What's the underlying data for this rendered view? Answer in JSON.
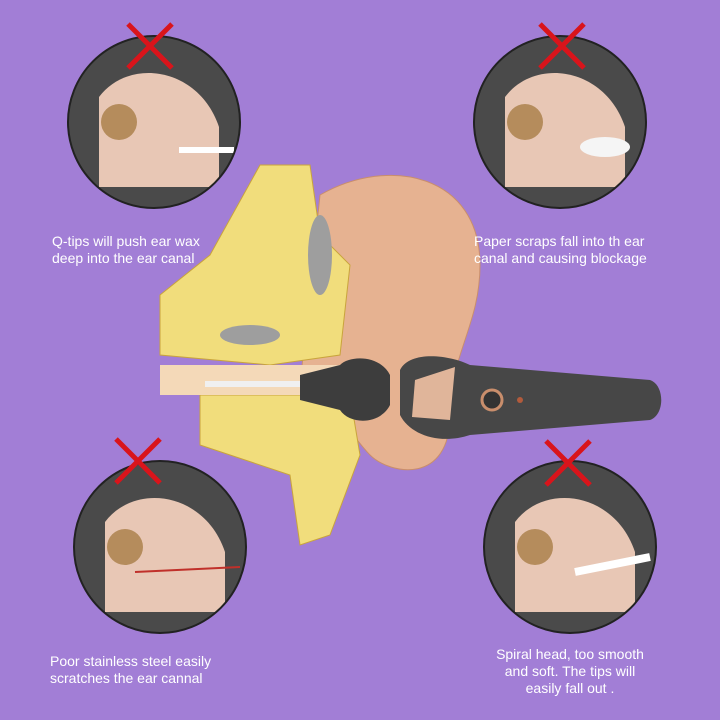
{
  "panels": [
    {
      "caption_lines": [
        "Q-tips will push ear wax",
        "deep into the ear canal"
      ],
      "icon": "red-x-icon"
    },
    {
      "caption_lines": [
        "Paper scraps fall into th ear",
        "canal and causing blockage"
      ],
      "icon": "red-x-icon"
    },
    {
      "caption_lines": [
        "Poor stainless steel easily",
        "scratches the ear cannal"
      ],
      "icon": "red-x-icon"
    },
    {
      "caption_lines": [
        "Spiral head, too smooth",
        "and soft. The tips will",
        "easily fall out ."
      ],
      "icon": "red-x-icon"
    }
  ],
  "colors": {
    "background": "#a27ed6",
    "x_mark": "#d9141b",
    "circle": "#4a4a4a"
  }
}
